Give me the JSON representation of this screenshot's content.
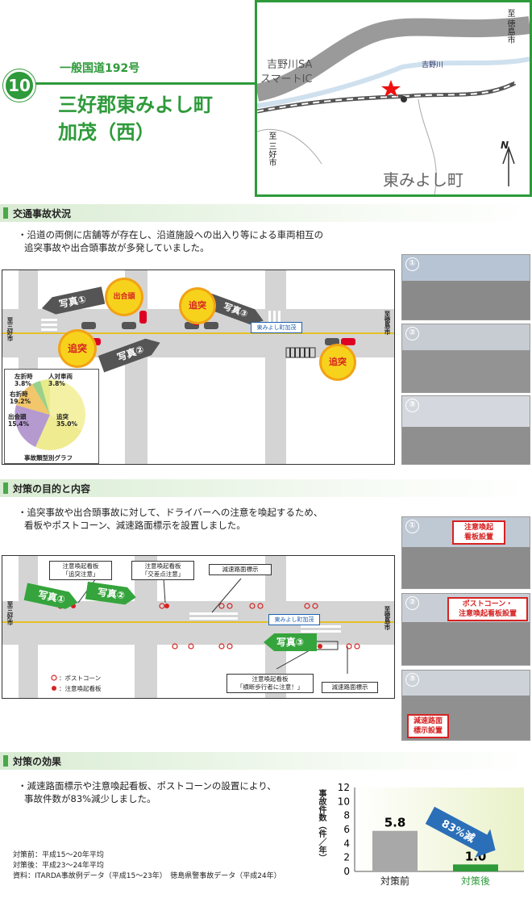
{
  "header": {
    "badge": "10",
    "route": "一般国道192号",
    "title1": "三好郡東みよし町",
    "title2": "加茂（西）"
  },
  "map": {
    "to_top": "至 徳島市",
    "to_left": "至 三好市",
    "sa": "吉野川SA",
    "ic": "スマートIC",
    "river": "吉野川",
    "town": "東みよし町",
    "north": "N"
  },
  "sec1": {
    "title": "交通事故状況",
    "text1": "・沿道の両側に店舗等が存在し、沿道施設への出入り等による車両相互の",
    "text2": "追突事故や出合頭事故が多発していました。"
  },
  "diag1": {
    "left": "至三好市",
    "right": "至徳島市",
    "photo1": "写真①",
    "photo2": "写真②",
    "photo3": "写真③",
    "burst1": "追突",
    "burst2": "出合頭",
    "burst3": "追突",
    "burst4": "追突",
    "sign": "東みよし町加茂"
  },
  "pie": {
    "caption": "事故類型別グラフ",
    "labels": [
      {
        "name": "左折時",
        "value": "3.8%"
      },
      {
        "name": "人対車両",
        "value": "3.8%"
      },
      {
        "name": "右折時",
        "value": "19.2%"
      },
      {
        "name": "出会頭",
        "value": "15.4%"
      },
      {
        "name": "追突",
        "value": "35.0%"
      }
    ]
  },
  "photos1": [
    "①",
    "②",
    "③"
  ],
  "sec2": {
    "title": "対策の目的と内容",
    "text1": "・追突事故や出合頭事故に対して、ドライバーへの注意を喚起するため、",
    "text2": "看板やポストコーン、減速路面標示を設置しました。"
  },
  "diag2": {
    "box1a": "注意喚起看板",
    "box1b": "「追突注意」",
    "box2a": "注意喚起看板",
    "box2b": "「交差点注意」",
    "box3": "減速路面標示",
    "box4a": "注意喚起看板",
    "box4b": "「横断歩行者に注意！」",
    "box5": "減速路面標示",
    "left": "至三好市",
    "right": "至徳島市",
    "photo1": "写真①",
    "photo2": "写真②",
    "photo3": "写真③",
    "legend1": "：ポストコーン",
    "legend2": "：注意喚起看板",
    "sign": "東みよし町加茂"
  },
  "photos2": [
    {
      "num": "①",
      "tag1": "注意喚起",
      "tag2": "看板設置"
    },
    {
      "num": "②",
      "tag1": "ポストコーン・",
      "tag2": "注意喚起看板設置"
    },
    {
      "num": "③",
      "tag1": "減速路面",
      "tag2": "標示設置"
    }
  ],
  "sec3": {
    "title": "対策の効果",
    "text1": "・減速路面標示や注意喚起看板、ポストコーンの設置により、",
    "text2": "事故件数が83%減少しました。",
    "note1": "対策前：平成15～20年平均",
    "note2": "対策後：平成23～24年平均",
    "note3": "資料：ITARDA事故例データ（平成15～23年）　徳島県警事故データ（平成24年）"
  },
  "chart_data": {
    "type": "bar",
    "categories": [
      "対策前",
      "対策後"
    ],
    "values": [
      5.8,
      1.0
    ],
    "ylabel": "事故件数（件／年）",
    "ylim": [
      0,
      12
    ],
    "yticks": [
      0,
      2,
      4,
      6,
      8,
      10,
      12
    ],
    "annotation": "83%減",
    "colors": [
      "#a8a8a8",
      "#2e9a3a"
    ]
  }
}
